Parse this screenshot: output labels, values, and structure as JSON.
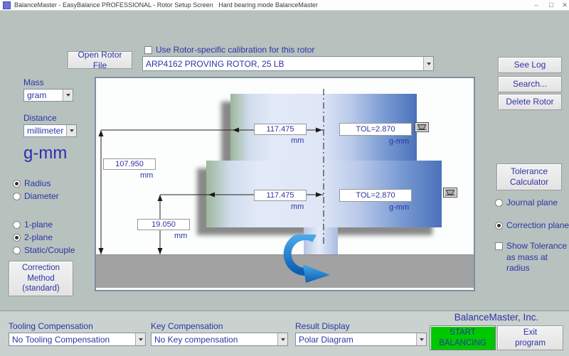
{
  "window": {
    "title": "BalanceMaster - EasyBalance PROFESSIONAL - Rotor Setup Screen   Hard bearing mode BalanceMaster",
    "minimize": "–",
    "maximize": "▢",
    "close": "✕"
  },
  "header": {
    "open_rotor_button": "Open Rotor File",
    "calibration_checkbox_label": "Use Rotor-specific calibration for this rotor",
    "rotor_dropdown_value": "ARP4162 PROVING ROTOR, 25 LB",
    "see_log_button": "See Log",
    "search_button": "Search...",
    "delete_rotor_button": "Delete Rotor"
  },
  "left_panel": {
    "mass_label": "Mass",
    "mass_value": "gram",
    "distance_label": "Distance",
    "distance_value": "millimeter",
    "unit_display": "g-mm",
    "radio_radius": "Radius",
    "radio_diameter": "Diameter",
    "radio_1plane": "1-plane",
    "radio_2plane": "2-plane",
    "radio_static_couple": "Static/Couple",
    "correction_button_line1": "Correction",
    "correction_button_line2": "Method",
    "correction_button_line3": "(standard)"
  },
  "right_panel": {
    "tolerance_button_line1": "Tolerance",
    "tolerance_button_line2": "Calculator",
    "radio_journal_plane": "Journal plane",
    "radio_correction_plane": "Correction plane",
    "show_tolerance_label": "Show Tolerance as mass at radius"
  },
  "diagram": {
    "height_upper_value": "107.950",
    "height_upper_unit": "mm",
    "height_lower_value": "19.050",
    "height_lower_unit": "mm",
    "plane1_radius_value": "117.475",
    "plane1_radius_unit": "mm",
    "plane1_tolerance_value": "TOL=2.870",
    "plane1_tolerance_unit": "g-mm",
    "plane2_radius_value": "117.475",
    "plane2_radius_unit": "mm",
    "plane2_tolerance_value": "TOL=2.870",
    "plane2_tolerance_unit": "g-mm"
  },
  "footer": {
    "tooling_label": "Tooling Compensation",
    "tooling_value": "No Tooling Compensation",
    "key_label": "Key Compensation",
    "key_value": "No Key compensation",
    "result_label": "Result Display",
    "result_value": "Polar Diagram",
    "company": "BalanceMaster, Inc.",
    "start_button_line1": "START",
    "start_button_line2": "BALANCING",
    "exit_button_line1": "Exit",
    "exit_button_line2": "program"
  },
  "icons": {
    "dropdown": "chevron-down",
    "tolerance_weight": "weight-pan",
    "rotation": "rotation-arrow"
  },
  "colors": {
    "accent_green": "#00c800",
    "navy_text": "#2c34a3",
    "base_gray": "#a2a2a2",
    "disk_blue": "#4a72b9"
  }
}
